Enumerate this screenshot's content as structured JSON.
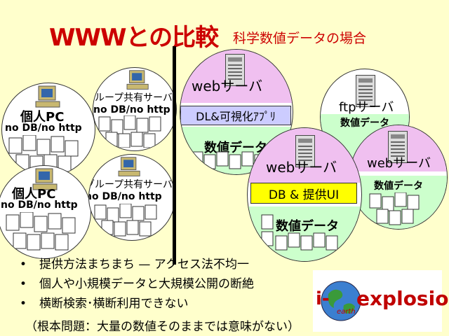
{
  "title": "WWWとの比較",
  "subtitle": "科学数値データの場合",
  "left": {
    "circles": [
      {
        "line1": "個人PC",
        "line2": "no DB/no http"
      },
      {
        "line1": "グループ共有サーバ",
        "line2": "no DB/no http"
      },
      {
        "line1": "個人PC",
        "line2": "no DB/no http"
      },
      {
        "line1": "グループ共有サーバ",
        "line2": "no DB/no http"
      }
    ]
  },
  "right": {
    "web1": {
      "server": "webサーバ",
      "app": "DL&可視化ｱﾌﾟﾘ",
      "data": "数値データ"
    },
    "ftp": {
      "server": "ftpサーバ",
      "data": "数値データ"
    },
    "web2": {
      "server": "webサーバ",
      "data": "数値データ"
    },
    "main": {
      "server": "webサーバ",
      "app": "DB & 提供UI",
      "data": "数値データ"
    }
  },
  "bullets": [
    "提供方法まちまち — アクセス法不均一",
    "個人や小規模データと大規模公開の断絶",
    "横断検索･横断利用できない"
  ],
  "note": "（根本問題：大量の数値そのままでは意味がない）",
  "logo": {
    "text": "explosion",
    "prefix": "i-",
    "small": "earth"
  },
  "colors": {
    "title": "#cc0000",
    "server_band": "#f0c0f0",
    "data_band": "#ccffcc",
    "app_box": "#ffff00"
  }
}
